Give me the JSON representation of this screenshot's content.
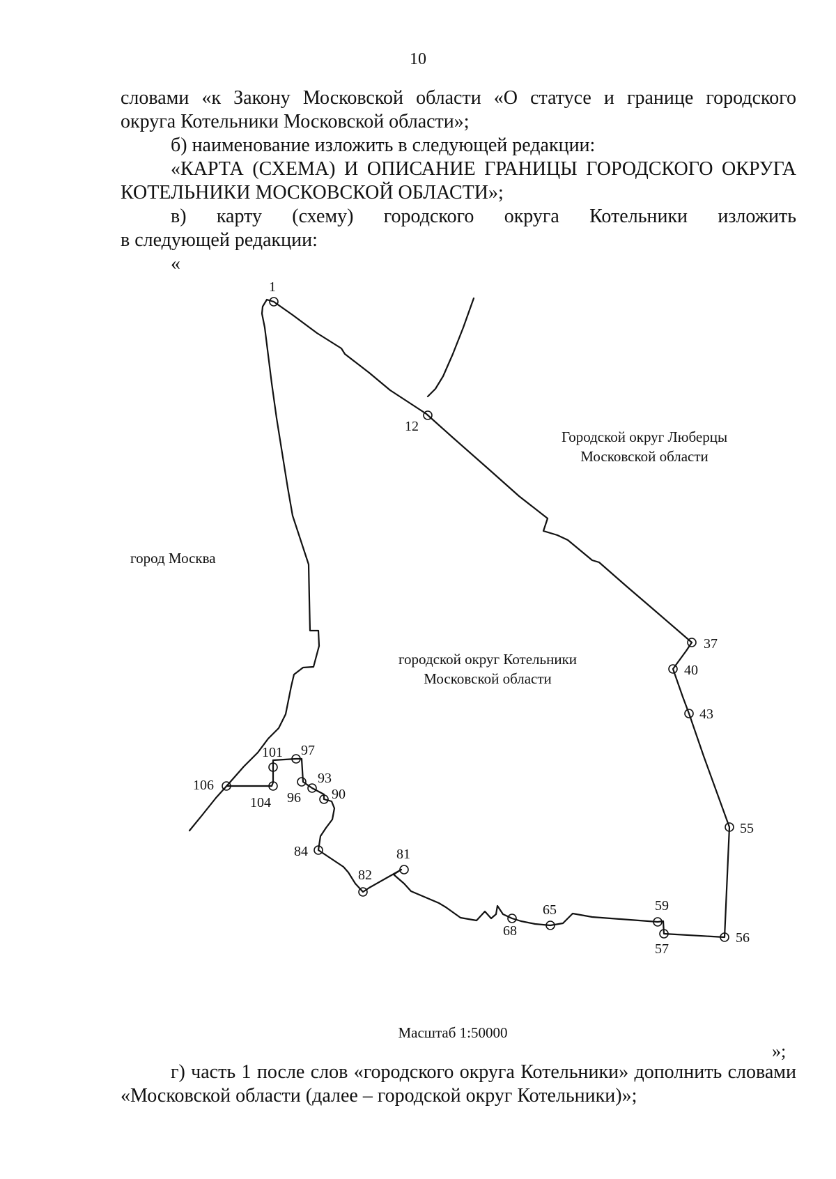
{
  "page_number": "10",
  "text": {
    "p1_l1": "словами «к Закону Московской области «О статусе и границе городского",
    "p1_l2": "округа Котельники Московской области»;",
    "p2": "б) наименование изложить в следующей редакции:",
    "p3_l1": "«КАРТА (СХЕМА) И ОПИСАНИЕ ГРАНИЦЫ ГОРОДСКОГО ОКРУГА",
    "p3_l2": "КОТЕЛЬНИКИ МОСКОВСКОЙ ОБЛАСТИ»;",
    "p4_l1": "в) карту (схему) городского округа Котельники изложить",
    "p4_l2": "в следующей редакции:",
    "open_quote": "«",
    "close_quote": "»;",
    "p5_l1": "г) часть 1 после слов «городского округа Котельники» дополнить словами",
    "p5_l2": "«Московской области (далее – городской округ Котельники)»;"
  },
  "map": {
    "area_lyubertsy_l1": "Городской округ Люберцы",
    "area_lyubertsy_l2": "Московской области",
    "area_moscow": "город Москва",
    "area_kotelniki_l1": "городской округ Котельники",
    "area_kotelniki_l2": "Московской области",
    "points": {
      "p1": "1",
      "p12": "12",
      "p37": "37",
      "p40": "40",
      "p43": "43",
      "p55": "55",
      "p56": "56",
      "p57": "57",
      "p59": "59",
      "p65": "65",
      "p68": "68",
      "p81": "81",
      "p82": "82",
      "p84": "84",
      "p90": "90",
      "p93": "93",
      "p96": "96",
      "p97": "97",
      "p101": "101",
      "p104": "104",
      "p106": "106"
    },
    "scale": "Масштаб 1:50000"
  }
}
